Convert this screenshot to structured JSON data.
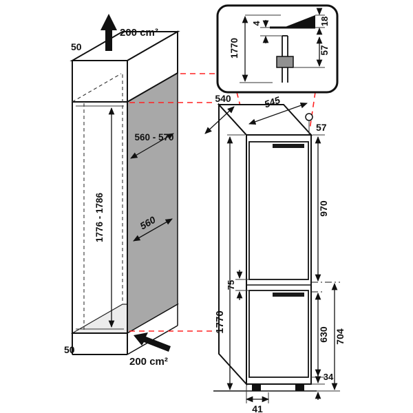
{
  "colors": {
    "alignment_red": "#ff2020",
    "panel_gray": "#a8a8a8"
  },
  "niche": {
    "clearance_top": "50",
    "vent_top": "200 cm²",
    "width_range": "560 - 570",
    "height_range": "1776 - 1786",
    "depth": "560",
    "clearance_bottom": "50",
    "vent_bottom": "200 cm²"
  },
  "appliance": {
    "width": "540",
    "depth": "545",
    "top_hinge_clearance": "57",
    "upper_door_height": "970",
    "height": "1770",
    "door_gap": "75",
    "lower_door_height": "630",
    "lower_section_height": "704",
    "foot_height": "34",
    "base_recess": "41"
  },
  "inset": {
    "niche_height": "1770",
    "gap": "4",
    "worktop_thickness": "18",
    "top_clearance": "57"
  }
}
